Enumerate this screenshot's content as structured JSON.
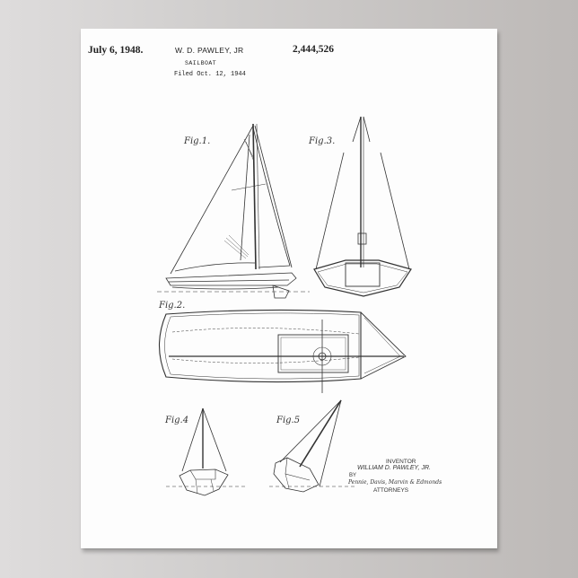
{
  "patent": {
    "date": "July 6, 1948.",
    "inventor_header": "W. D. PAWLEY, JR",
    "number": "2,444,526",
    "title": "SAILBOAT",
    "filed": "Filed Oct. 12, 1944"
  },
  "figures": {
    "fig1": "Fig.1.",
    "fig2": "Fig.2.",
    "fig3": "Fig.3.",
    "fig4": "Fig.4",
    "fig5": "Fig.5"
  },
  "signature": {
    "inventor_label": "INVENTOR",
    "inventor_name": "WILLIAM D. PAWLEY, JR.",
    "by": "BY",
    "attorneys_signature": "Pennie, Davis, Marvin & Edmonds",
    "attorneys_label": "ATTORNEYS"
  },
  "colors": {
    "background": "#cfcdcc",
    "paper": "#fdfdfd",
    "ink": "#333333"
  }
}
